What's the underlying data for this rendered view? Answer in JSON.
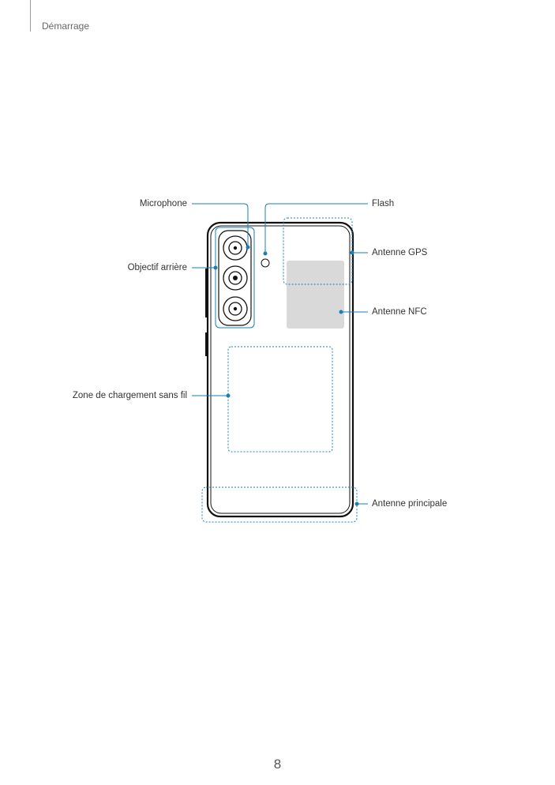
{
  "header": {
    "section_title": "Démarrage"
  },
  "diagram": {
    "labels": {
      "microphone": "Microphone",
      "rear_camera": "Objectif arrière",
      "wireless_charging": "Zone de chargement sans fil",
      "flash": "Flash",
      "gps_antenna": "Antenne GPS",
      "nfc_antenna": "Antenne NFC",
      "main_antenna": "Antenne principale"
    },
    "colors": {
      "callout": "#1a7fb5",
      "outline": "#111111",
      "nfc_fill": "#d9d9d9"
    }
  },
  "footer": {
    "page_number": "8"
  }
}
